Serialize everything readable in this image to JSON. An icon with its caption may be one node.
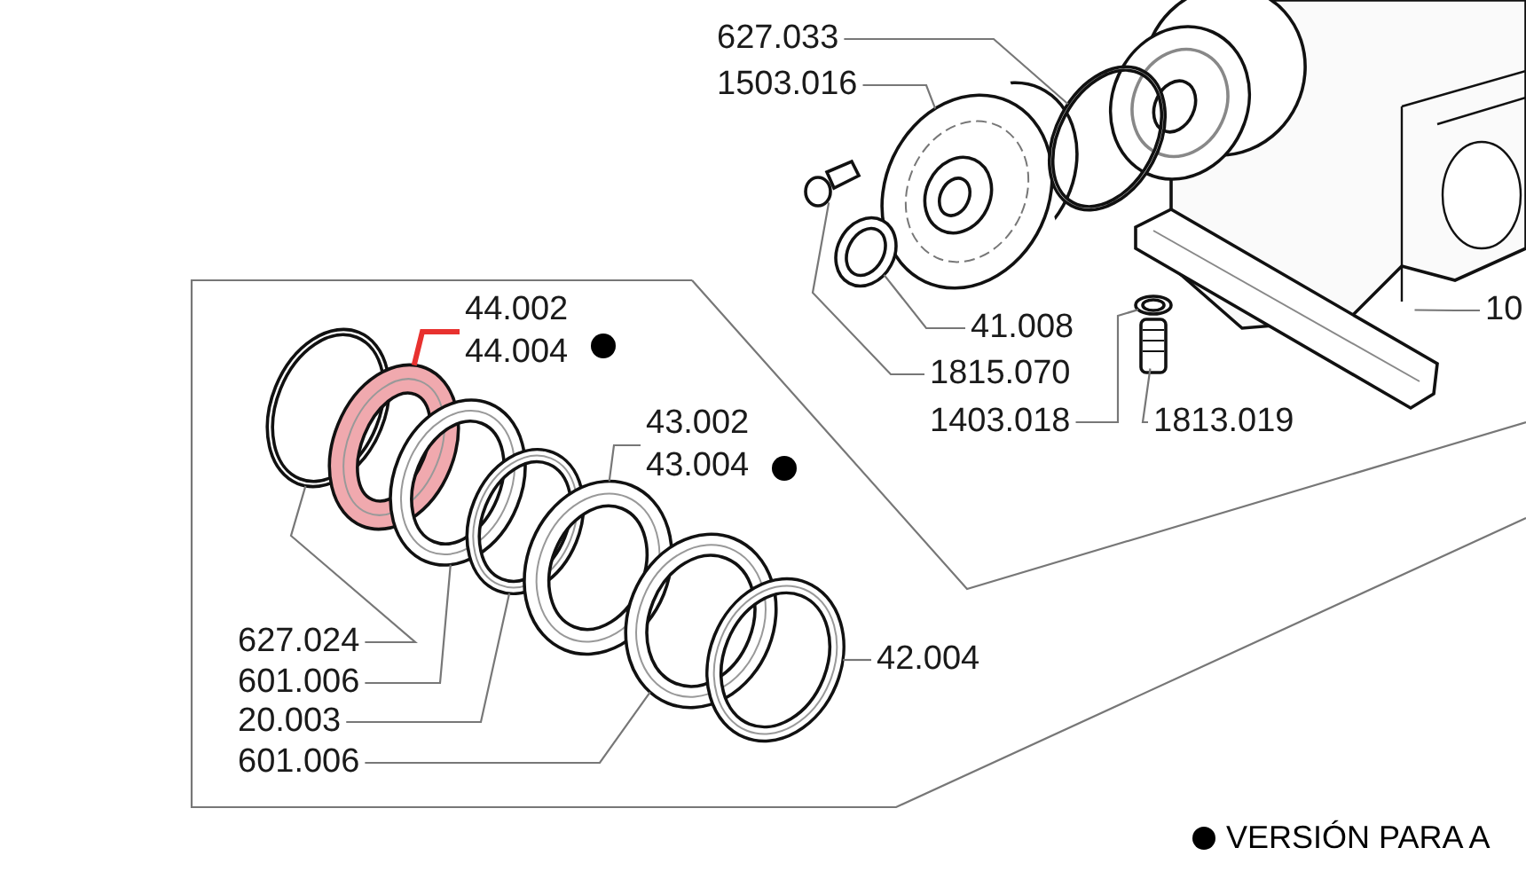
{
  "diagram": {
    "nodes": [
      {
        "text": [
          "627.033"
        ]
      },
      {
        "text": [
          "1503.016"
        ]
      },
      {
        "text": [
          "41.008"
        ]
      },
      {
        "text": [
          "1815.070"
        ]
      },
      {
        "text": [
          "1403.018"
        ]
      },
      {
        "text": [
          "1813.019"
        ]
      },
      {
        "text": [
          "10"
        ]
      },
      {
        "text": [
          "44.002",
          "44.004"
        ]
      },
      {
        "text": [
          "43.002",
          "43.004"
        ]
      },
      {
        "text": [
          "627.024"
        ]
      },
      {
        "text": [
          "601.006"
        ]
      },
      {
        "text": [
          "20.003"
        ]
      },
      {
        "text": [
          "601.006"
        ]
      },
      {
        "text": [
          "42.004"
        ]
      },
      {
        "text": [],
        "shape": "circle"
      },
      {
        "text": [],
        "shape": "picture"
      },
      {
        "text": [],
        "shape": "circle"
      },
      {
        "text": [],
        "shape": "picture"
      },
      {
        "text": [],
        "shape": "circle"
      },
      {
        "text": [],
        "shape": "picture"
      },
      {
        "text": [],
        "shape": "bar"
      },
      {
        "text": [],
        "shape": "circle"
      },
      {
        "text": [],
        "shape": "circle"
      },
      {
        "text": [],
        "shape": "circle"
      },
      {
        "text": [],
        "shape": "circle"
      },
      {
        "text": [],
        "shape": "circle"
      },
      {
        "text": [],
        "shape": "circle"
      },
      {
        "text": [],
        "shape": "circle"
      }
    ],
    "edges": [
      {
        "from": 0,
        "to": 14,
        "arrow": "none"
      },
      {
        "from": 1,
        "to": 15,
        "arrow": "none"
      },
      {
        "from": 2,
        "to": 16,
        "arrow": "none"
      },
      {
        "from": 3,
        "to": 17,
        "arrow": "none"
      },
      {
        "from": 4,
        "to": 18,
        "arrow": "none"
      },
      {
        "from": 5,
        "to": 19,
        "arrow": "none"
      },
      {
        "from": 6,
        "to": 20,
        "arrow": "none"
      },
      {
        "from": 7,
        "to": 22,
        "arrow": "none",
        "style": "thick",
        "color": "#e8312f"
      },
      {
        "from": 8,
        "to": 25,
        "arrow": "none"
      },
      {
        "from": 9,
        "to": 21,
        "arrow": "none"
      },
      {
        "from": 10,
        "to": 23,
        "arrow": "none"
      },
      {
        "from": 11,
        "to": 24,
        "arrow": "none"
      },
      {
        "from": 12,
        "to": 26,
        "arrow": "none"
      },
      {
        "from": 13,
        "to": 27,
        "arrow": "none"
      }
    ],
    "legend": [
      {
        "text": "VERSIÓN PARA A"
      }
    ]
  }
}
